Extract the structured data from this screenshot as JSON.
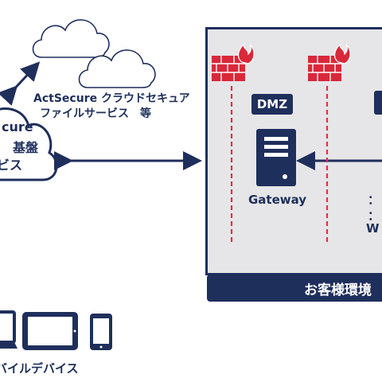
{
  "cloud_service": {
    "line1": "ActSecure クラウドセキュア",
    "line2": "ファイルサービス　等"
  },
  "left_cloud": {
    "line1": "cure",
    "line2": "基盤",
    "line3": "ビス"
  },
  "zones": {
    "dmz_label": "DMZ",
    "customer_env_label": "お客様環境"
  },
  "gateway": {
    "label": "Gateway"
  },
  "devices": {
    "label": "バイルデバイス"
  },
  "partial_text": {
    "fragment1": "：",
    "fragment2": "：",
    "fragment3": "W"
  },
  "colors": {
    "navy": "#1f2f5c",
    "firewall_red": "#d9283a",
    "zone_bg": "#e6e6e8",
    "dashed_red": "#e0323f"
  }
}
